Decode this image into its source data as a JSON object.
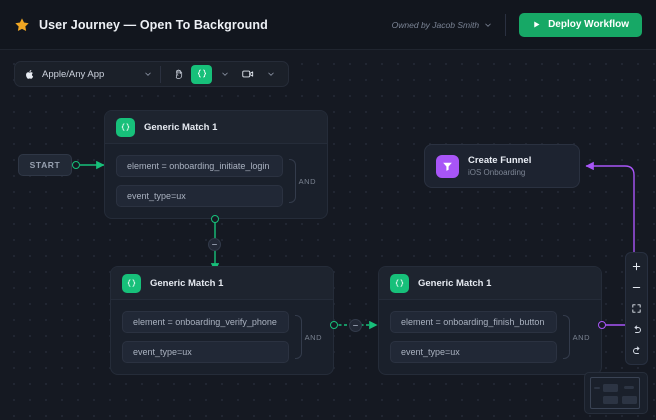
{
  "header": {
    "star_icon": "star-icon",
    "title": "User Journey — Open To Background",
    "owner_label": "Owned by Jacob Smith",
    "owner_chevron_icon": "chevron-down-icon",
    "deploy_label": "Deploy Workflow",
    "deploy_play_icon": "play-icon",
    "accent_green": "#17a866"
  },
  "toolbar": {
    "apple_icon": "apple-icon",
    "app_select_label": "Apple/Any App",
    "app_select_chevron_icon": "chevron-down-icon",
    "hand_tool_icon": "hand-icon",
    "code_tool_icon": "code-braces-icon",
    "code_tool_chevron_icon": "chevron-down-icon",
    "video_tool_icon": "video-camera-icon",
    "video_tool_chevron_icon": "chevron-down-icon",
    "active_tool": "code-braces-icon",
    "accent_green": "#17c07a"
  },
  "canvas": {
    "start_label": "START",
    "edge_remove_icon": "minus-circle-icon",
    "edge_green": "#17c07a",
    "edge_purple": "#a855f7"
  },
  "nodes": [
    {
      "id": "generic-match-top",
      "badge_icon": "code-braces-icon",
      "title": "Generic Match 1",
      "conditions": [
        "element = onboarding_initiate_login",
        "event_type=ux"
      ],
      "operator": "AND"
    },
    {
      "id": "generic-match-bottom-left",
      "badge_icon": "code-braces-icon",
      "title": "Generic Match 1",
      "conditions": [
        "element = onboarding_verify_phone",
        "event_type=ux"
      ],
      "operator": "AND"
    },
    {
      "id": "generic-match-bottom-right",
      "badge_icon": "code-braces-icon",
      "title": "Generic Match 1",
      "conditions": [
        "element = onboarding_finish_button",
        "event_type=ux"
      ],
      "operator": "AND"
    }
  ],
  "funnel_node": {
    "badge_icon": "funnel-icon",
    "title": "Create Funnel",
    "subtitle": "iOS Onboarding",
    "accent_purple": "#a855f7"
  },
  "zoom_panel": {
    "zoom_in_icon": "plus-icon",
    "zoom_out_icon": "minus-icon",
    "fit_screen_icon": "fit-screen-icon",
    "undo_icon": "undo-arrow-icon",
    "redo_icon": "redo-arrow-icon"
  },
  "minimap": {
    "label": "minimap"
  }
}
